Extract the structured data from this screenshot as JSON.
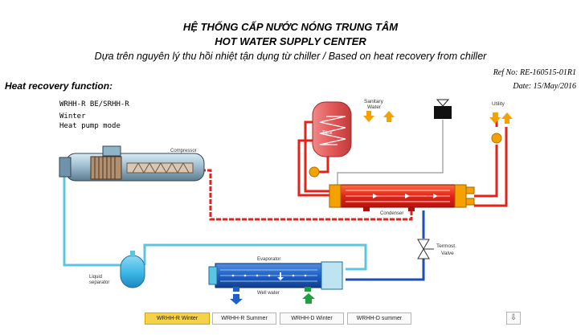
{
  "header": {
    "title_vi": "HỆ THỐNG CẤP NƯỚC NÓNG TRUNG TÂM",
    "title_en": "HOT WATER SUPPLY CENTER",
    "subtitle": "Dựa trên nguyên lý thu hồi nhiệt tận dụng từ chiller / Based on heat recovery from chiller",
    "ref_no": "Ref No: RE-160515-01R1",
    "date": "Date: 15/May/2016"
  },
  "section_title": "Heat recovery function:",
  "diagram": {
    "model": "WRHH-R BE/SRHH-R",
    "season": "Winter",
    "mode": "Heat pump mode",
    "labels": {
      "compressor": "Compressor",
      "tank": "Tank",
      "sanitary_line1": "Sanitary",
      "sanitary_line2": "Water",
      "utility": "Utility",
      "condenser": "Condenser",
      "termost_line1": "Termost.",
      "termost_line2": "Valve",
      "liquid_line1": "Liquid",
      "liquid_line2": "separator",
      "evaporator": "Evaporator",
      "well_water": "Well water"
    },
    "colors": {
      "hot_line": "#e2231a",
      "cold_line": "#5bc4e0",
      "liquid_line": "#1f4fb0",
      "utility_line": "#aaaaaa",
      "arrow_orange": "#f5a200",
      "arrow_blue": "#1f5fc6",
      "arrow_green": "#19a33f"
    }
  },
  "tabs": [
    {
      "label": "WRHH-R Winter",
      "active": true
    },
    {
      "label": "WRHH-R Summer",
      "active": false
    },
    {
      "label": "WRHH-D Winter",
      "active": false
    },
    {
      "label": "WRHH-D summer",
      "active": false
    }
  ],
  "download_icon": "download-icon"
}
